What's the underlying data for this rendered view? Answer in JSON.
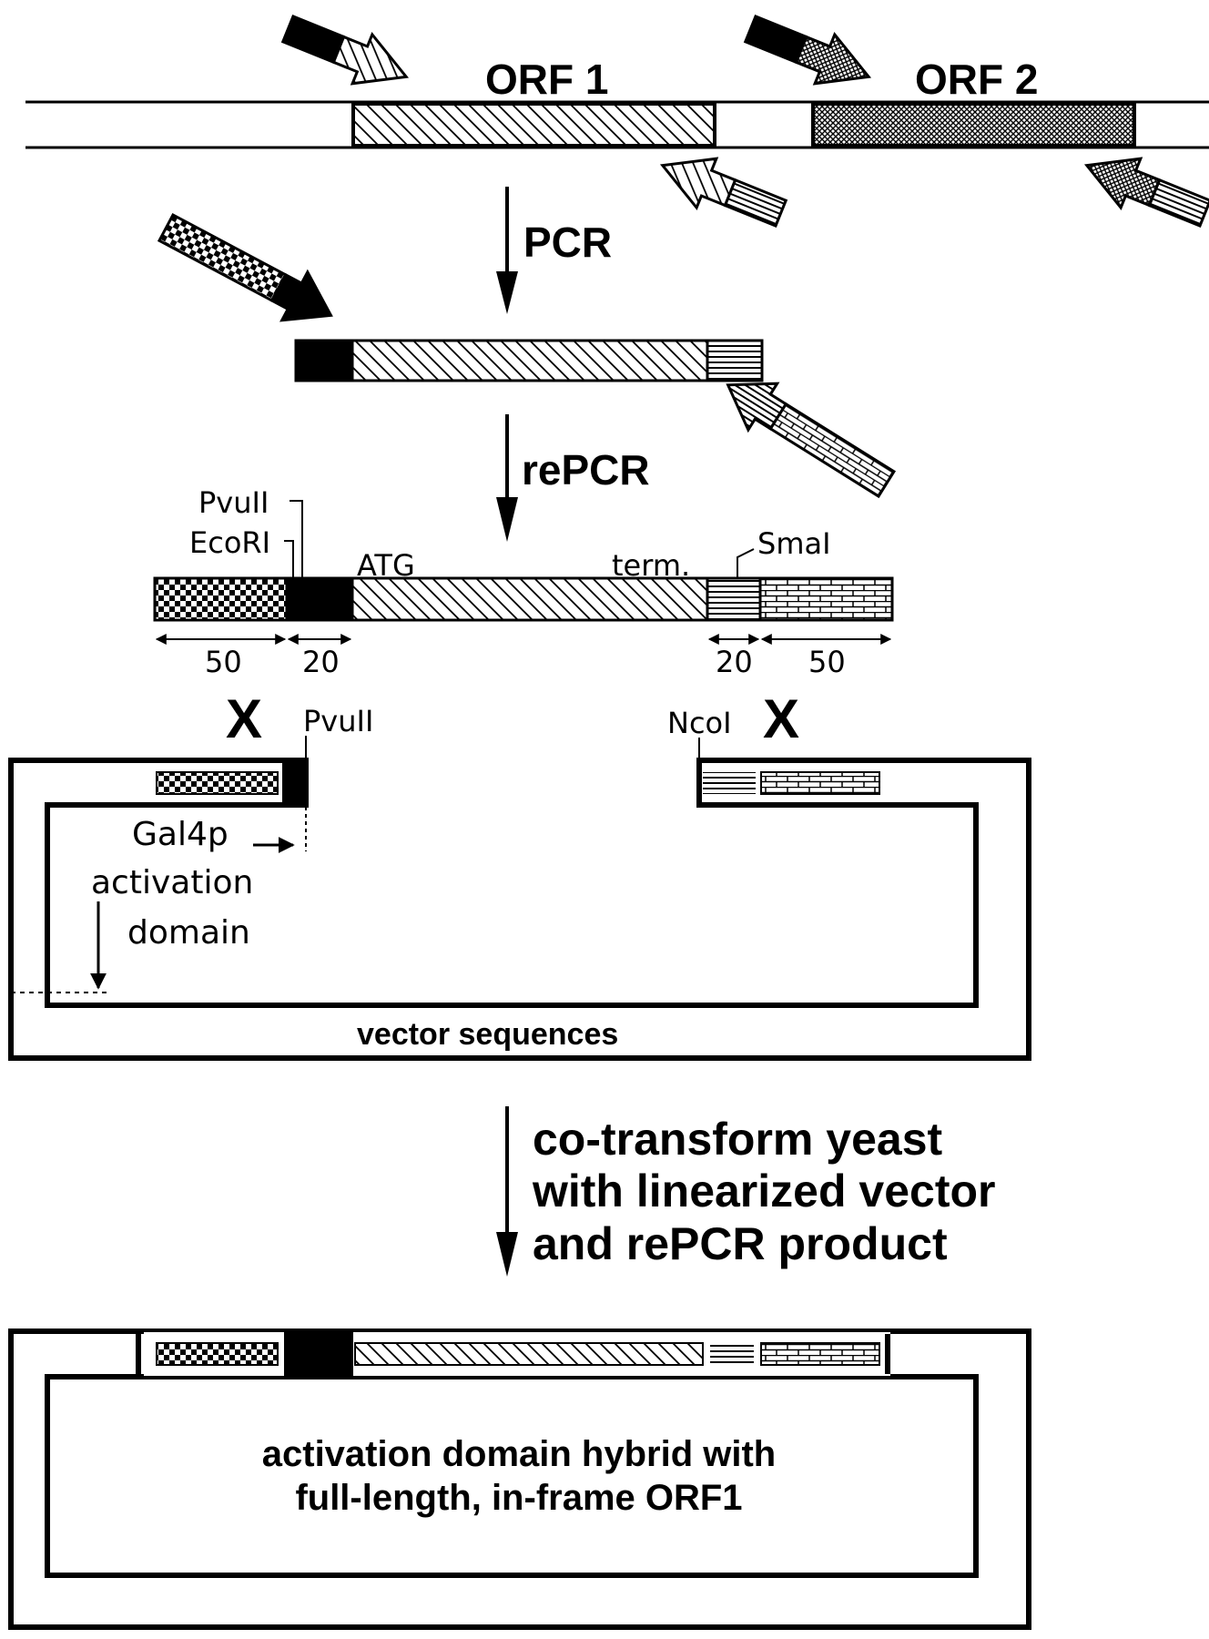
{
  "orf_labels": {
    "orf1": "ORF 1",
    "orf2": "ORF 2"
  },
  "steps": {
    "pcr": "PCR",
    "repcr": "rePCR",
    "cotransform": [
      "co-transform yeast",
      "with linearized vector",
      "and rePCR product"
    ]
  },
  "product_labels": {
    "pvuii_top": "PvuII",
    "ecori": "EcoRI",
    "atg": "ATG",
    "term": "term.",
    "smai": "SmaI",
    "len_left_tail": "50",
    "len_left_anchor": "20",
    "len_right_anchor": "20",
    "len_right_tail": "50"
  },
  "vector_labels": {
    "cross_left": "X",
    "cross_right": "X",
    "pvuii": "PvuII",
    "ncoi": "NcoI",
    "gal4p": "Gal4p",
    "activation": "activation",
    "domain": "domain",
    "vector_sequences": "vector sequences"
  },
  "final_labels": [
    "activation domain hybrid with",
    "full-length, in-frame ORF1"
  ]
}
